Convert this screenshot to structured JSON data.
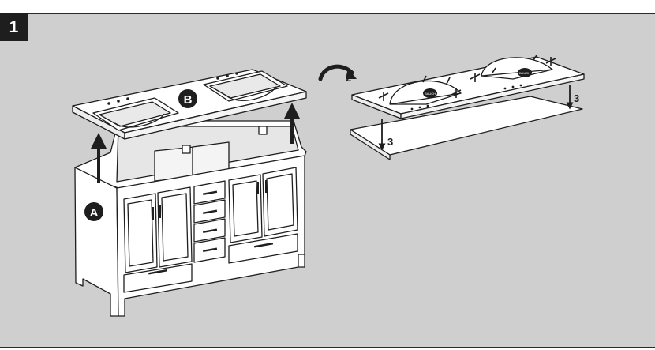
{
  "step": {
    "number": "1"
  },
  "callouts": {
    "vanity": "A",
    "top": "B"
  },
  "steps": {
    "flip": "2",
    "place_left": "3",
    "place_right": "3"
  },
  "logo": {
    "text": "BAUCH"
  },
  "colors": {
    "background": "#cfcfcf",
    "line": "#1e1e1e",
    "fill": "#ffffff",
    "badge": "#1e1e1e"
  }
}
